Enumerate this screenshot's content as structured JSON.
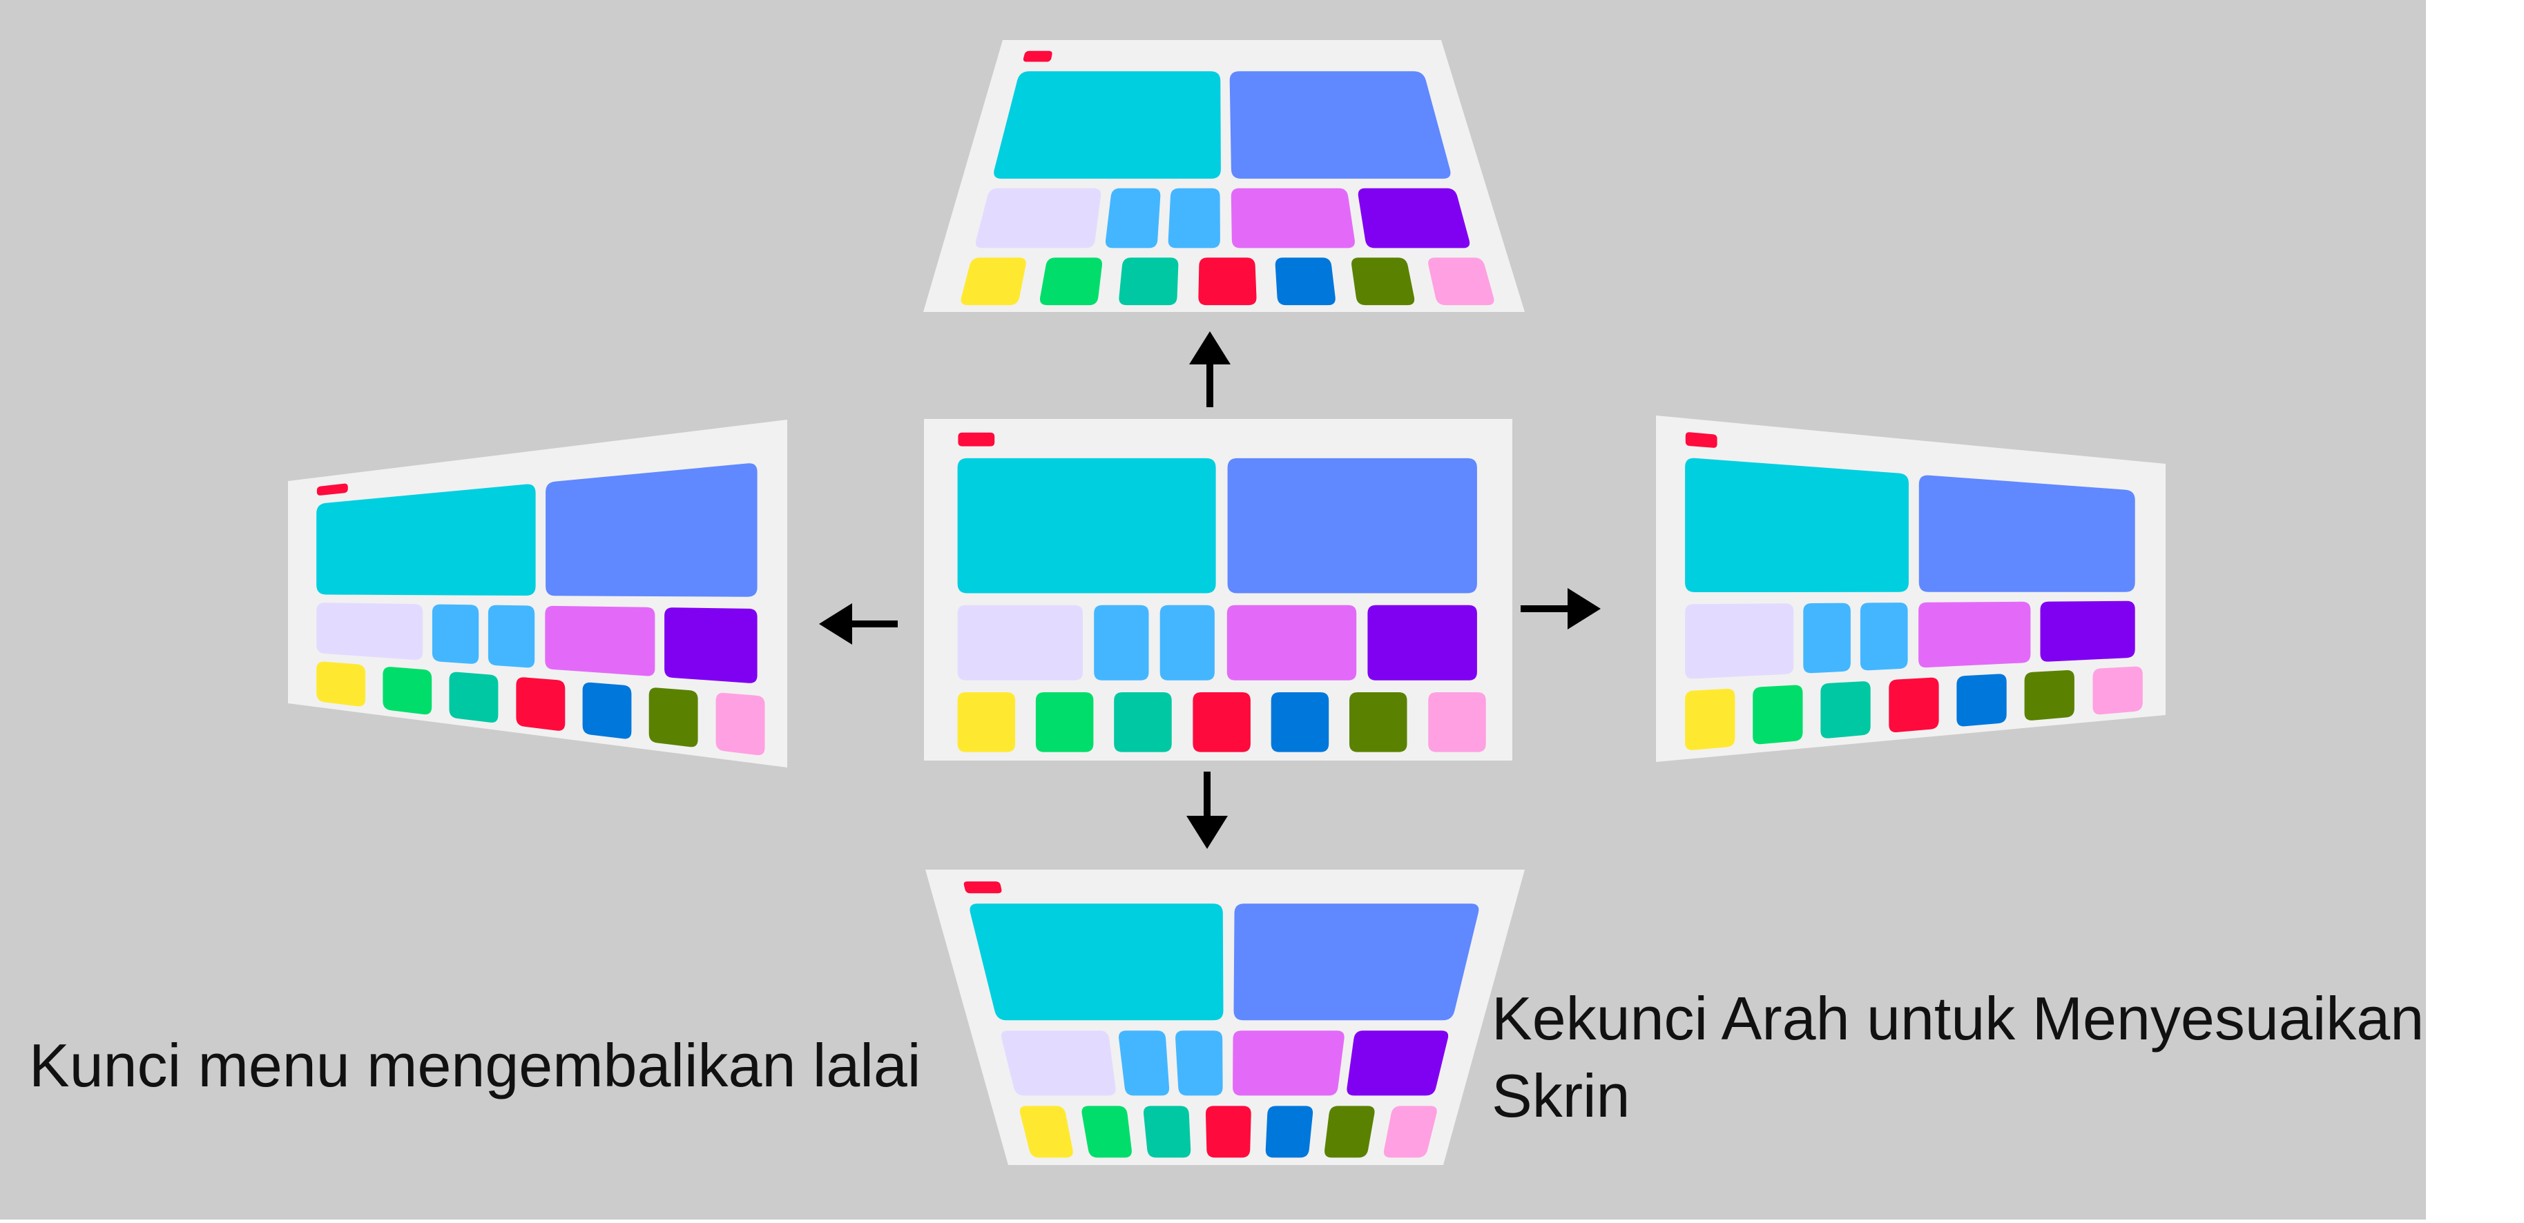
{
  "canvas_color": "#ffffff",
  "background_color": "#cccccc",
  "screen_frame_color": "#f1f1f1",
  "arrow_color": "#000000",
  "captions": {
    "left": "Kunci menu mengembalikan lalai",
    "right_line1": "Kekunci Arah untuk Menyesuaikan",
    "right_line2": "Skrin"
  },
  "screens": [
    {
      "name": "center",
      "direction": "none"
    },
    {
      "name": "top",
      "direction": "up"
    },
    {
      "name": "bottom",
      "direction": "down"
    },
    {
      "name": "left",
      "direction": "left"
    },
    {
      "name": "right",
      "direction": "right"
    }
  ],
  "arrows": [
    "up",
    "down",
    "left",
    "right"
  ],
  "tile_rows": [
    {
      "row": "large",
      "colors": [
        "#00cfe0",
        "#6088ff"
      ]
    },
    {
      "row": "medium",
      "colors": [
        "#e3dbff",
        "#44b6ff",
        "#44b6ff",
        "#e36af8",
        "#8000f2"
      ]
    },
    {
      "row": "small",
      "colors": [
        "#ffe930",
        "#00dd6a",
        "#00c8a2",
        "#ff0a3d",
        "#0077db",
        "#5a8200",
        "#ffa0e2"
      ]
    }
  ],
  "indicator_color": "#ff0a3d"
}
